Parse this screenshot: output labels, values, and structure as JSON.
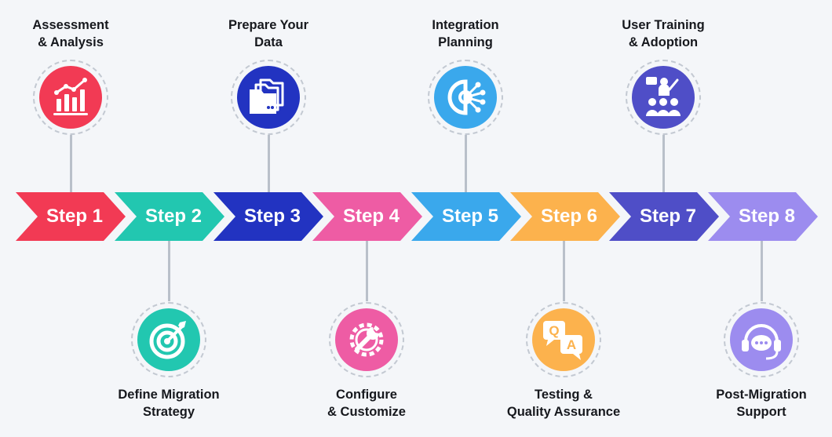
{
  "colors": {
    "step1": "#f23a54",
    "step2": "#22c7b0",
    "step3": "#2233c1",
    "step4": "#ee5ca4",
    "step5": "#3aa8ec",
    "step6": "#fcb24d",
    "step7": "#4f4ec7",
    "step8": "#9c8cef",
    "connector": "#b9c0ca",
    "ring": "#c3c9d2"
  },
  "steps": [
    {
      "label": "Step 1",
      "title": [
        "Assessment",
        "& Analysis"
      ],
      "icon": "bar-chart-icon",
      "position": "top"
    },
    {
      "label": "Step 2",
      "title": [
        "Define Migration",
        "Strategy"
      ],
      "icon": "target-icon",
      "position": "bottom"
    },
    {
      "label": "Step 3",
      "title": [
        "Prepare Your",
        "Data"
      ],
      "icon": "folders-icon",
      "position": "top"
    },
    {
      "label": "Step 4",
      "title": [
        "Configure",
        "& Customize"
      ],
      "icon": "wrench-gear-icon",
      "position": "bottom"
    },
    {
      "label": "Step 5",
      "title": [
        "Integration",
        "Planning"
      ],
      "icon": "gear-network-icon",
      "position": "top"
    },
    {
      "label": "Step 6",
      "title": [
        "Testing &",
        "Quality Assurance"
      ],
      "icon": "qa-speech-icon",
      "position": "bottom"
    },
    {
      "label": "Step 7",
      "title": [
        "User Training",
        "& Adoption"
      ],
      "icon": "training-icon",
      "position": "top"
    },
    {
      "label": "Step 8",
      "title": [
        "Post-Migration",
        "Support"
      ],
      "icon": "headset-chat-icon",
      "position": "bottom"
    }
  ]
}
